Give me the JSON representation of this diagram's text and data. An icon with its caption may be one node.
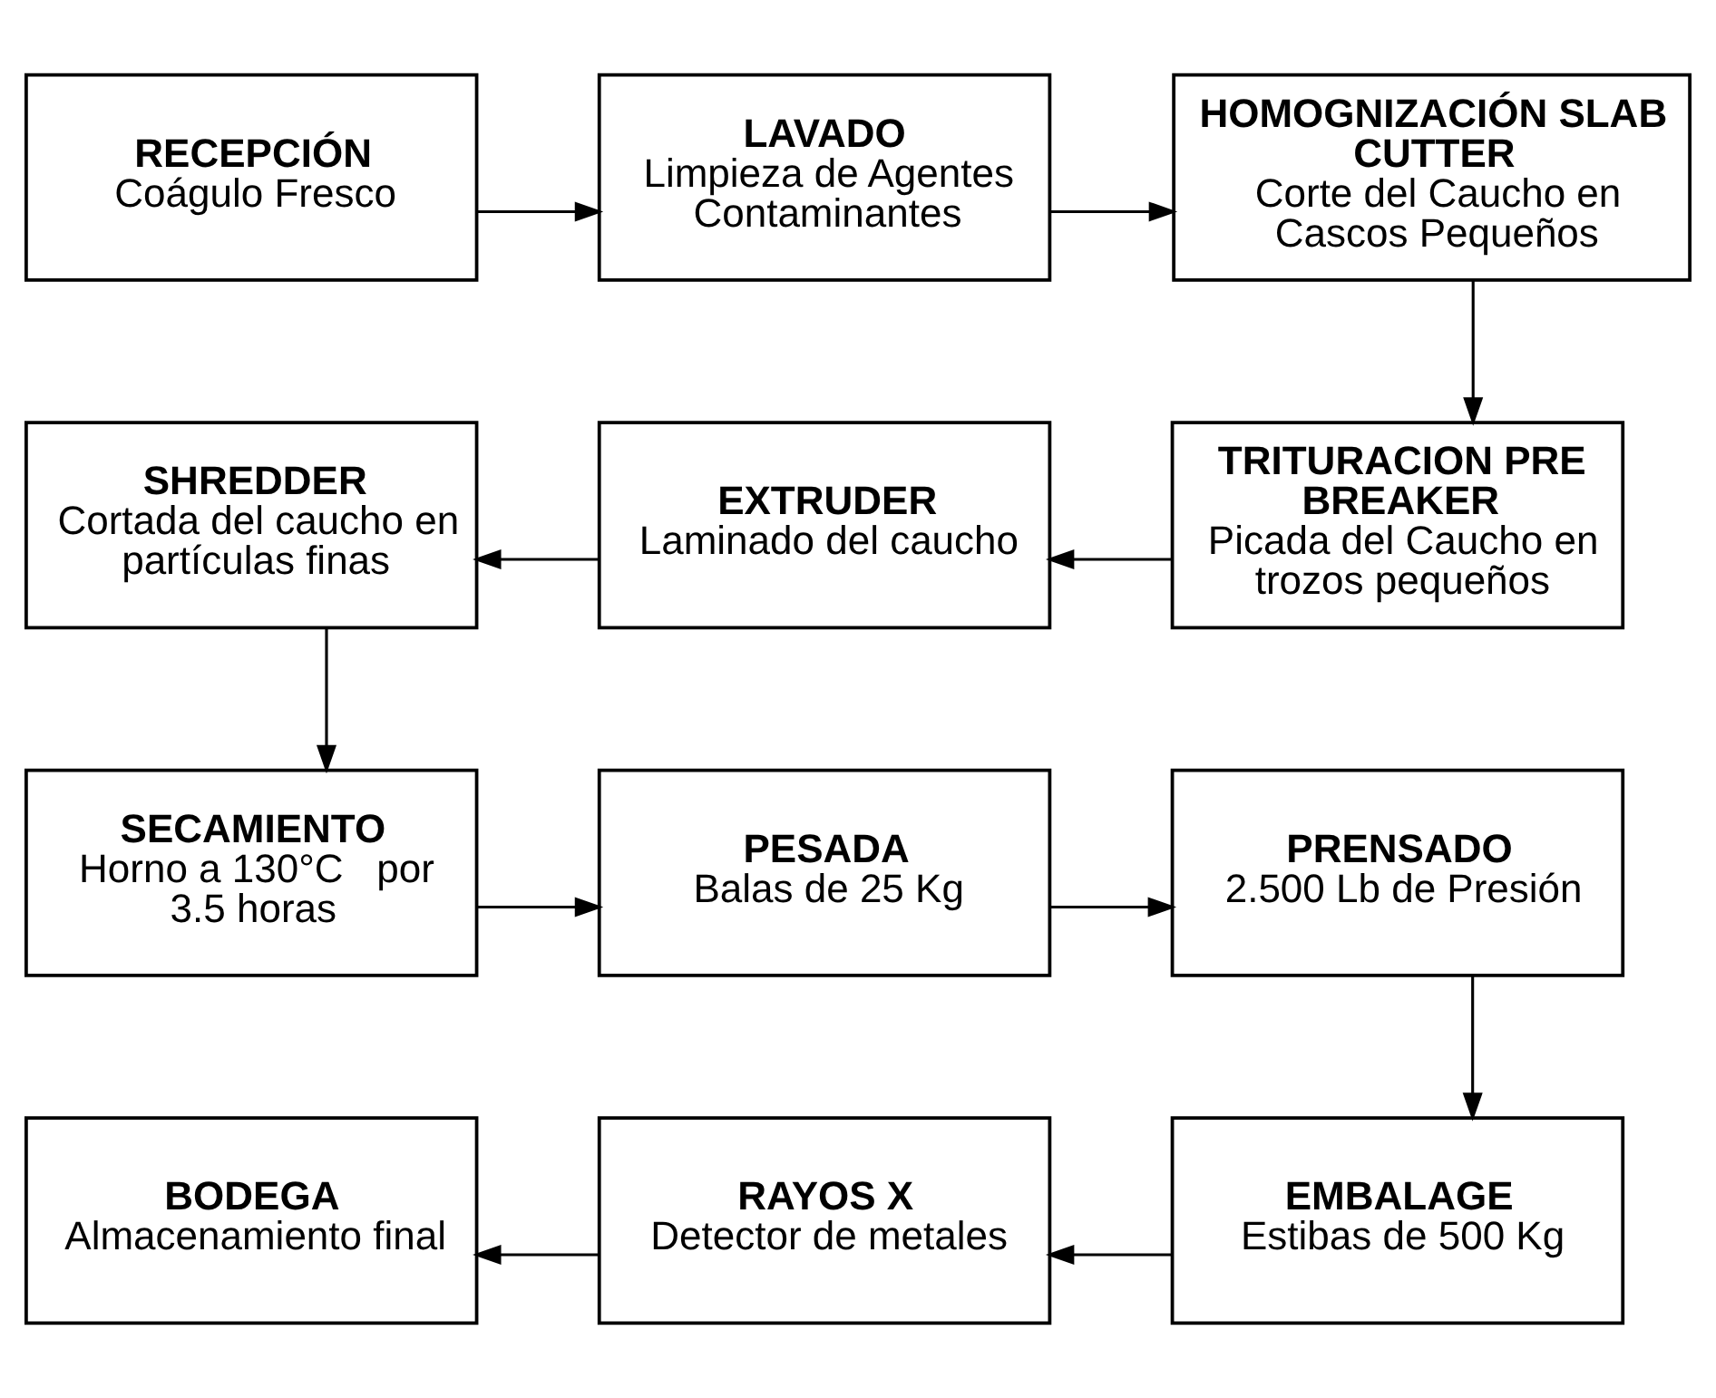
{
  "diagram": {
    "nodes": [
      {
        "text": [
          "RECEPCIÓN",
          "Coágulo Fresco"
        ]
      },
      {
        "text": [
          "LAVADO",
          "Limpieza de Agentes Contaminantes"
        ]
      },
      {
        "text": [
          "HOMOGNIZACIÓN SLAB CUTTER",
          "Corte del Caucho en Cascos Pequeños"
        ]
      },
      {
        "text": [
          "SHREDDER",
          "Cortada del caucho en partículas finas"
        ]
      },
      {
        "text": [
          "EXTRUDER",
          "Laminado del caucho"
        ]
      },
      {
        "text": [
          "TRITURACION PRE BREAKER",
          "Picada del Caucho en trozos pequeños"
        ]
      },
      {
        "text": [
          "SECAMIENTO",
          "Horno a 130°C   por 3.5 horas"
        ]
      },
      {
        "text": [
          "PESADA",
          "Balas de 25 Kg"
        ]
      },
      {
        "text": [
          "PRENSADO",
          "2.500 Lb de Presión"
        ]
      },
      {
        "text": [
          "BODEGA",
          "Almacenamiento final"
        ]
      },
      {
        "text": [
          "RAYOS X",
          "Detector de metales"
        ]
      },
      {
        "text": [
          "EMBALAGE",
          "Estibas de 500 Kg"
        ]
      }
    ],
    "edges": [
      {
        "from": 0,
        "to": 1,
        "arrow": "to"
      },
      {
        "from": 1,
        "to": 2,
        "arrow": "to"
      },
      {
        "from": 2,
        "to": 5,
        "arrow": "to"
      },
      {
        "from": 5,
        "to": 4,
        "arrow": "to"
      },
      {
        "from": 4,
        "to": 3,
        "arrow": "to"
      },
      {
        "from": 3,
        "to": 6,
        "arrow": "to"
      },
      {
        "from": 6,
        "to": 7,
        "arrow": "to"
      },
      {
        "from": 7,
        "to": 8,
        "arrow": "to"
      },
      {
        "from": 8,
        "to": 11,
        "arrow": "to"
      },
      {
        "from": 11,
        "to": 10,
        "arrow": "to"
      },
      {
        "from": 10,
        "to": 9,
        "arrow": "to"
      }
    ]
  }
}
